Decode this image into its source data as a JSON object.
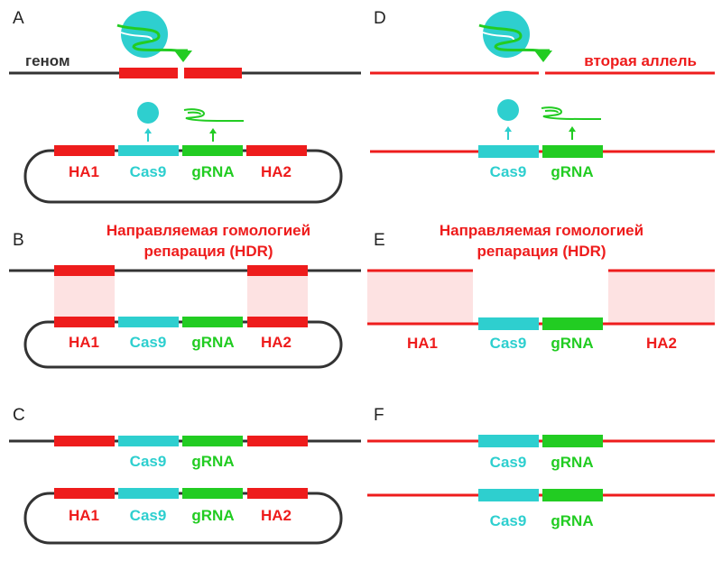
{
  "colors": {
    "red": "#ee1c1c",
    "cyan": "#2ecfcf",
    "green": "#22cc22",
    "dark": "#333333",
    "pink": "#fde2e2"
  },
  "panels": {
    "A": {
      "letter": "A",
      "genome_label": "геном",
      "labels": {
        "ha1": "HA1",
        "cas9": "Cas9",
        "grna": "gRNA",
        "ha2": "HA2"
      }
    },
    "B": {
      "letter": "B",
      "title_line1": "Направляемая гомологией",
      "title_line2": "репарация (HDR)",
      "labels": {
        "ha1": "HA1",
        "cas9": "Cas9",
        "grna": "gRNA",
        "ha2": "HA2"
      }
    },
    "C": {
      "letter": "C",
      "top_labels": {
        "cas9": "Cas9",
        "grna": "gRNA"
      },
      "bottom_labels": {
        "ha1": "HA1",
        "cas9": "Cas9",
        "grna": "gRNA",
        "ha2": "HA2"
      }
    },
    "D": {
      "letter": "D",
      "allele_label": "вторая аллель",
      "labels": {
        "cas9": "Cas9",
        "grna": "gRNA"
      }
    },
    "E": {
      "letter": "E",
      "title_line1": "Направляемая гомологией",
      "title_line2": "репарация (HDR)",
      "labels": {
        "ha1": "HA1",
        "cas9": "Cas9",
        "grna": "gRNA",
        "ha2": "HA2"
      }
    },
    "F": {
      "letter": "F",
      "top_labels": {
        "cas9": "Cas9",
        "grna": "gRNA"
      },
      "bottom_labels": {
        "cas9": "Cas9",
        "grna": "gRNA"
      }
    }
  }
}
